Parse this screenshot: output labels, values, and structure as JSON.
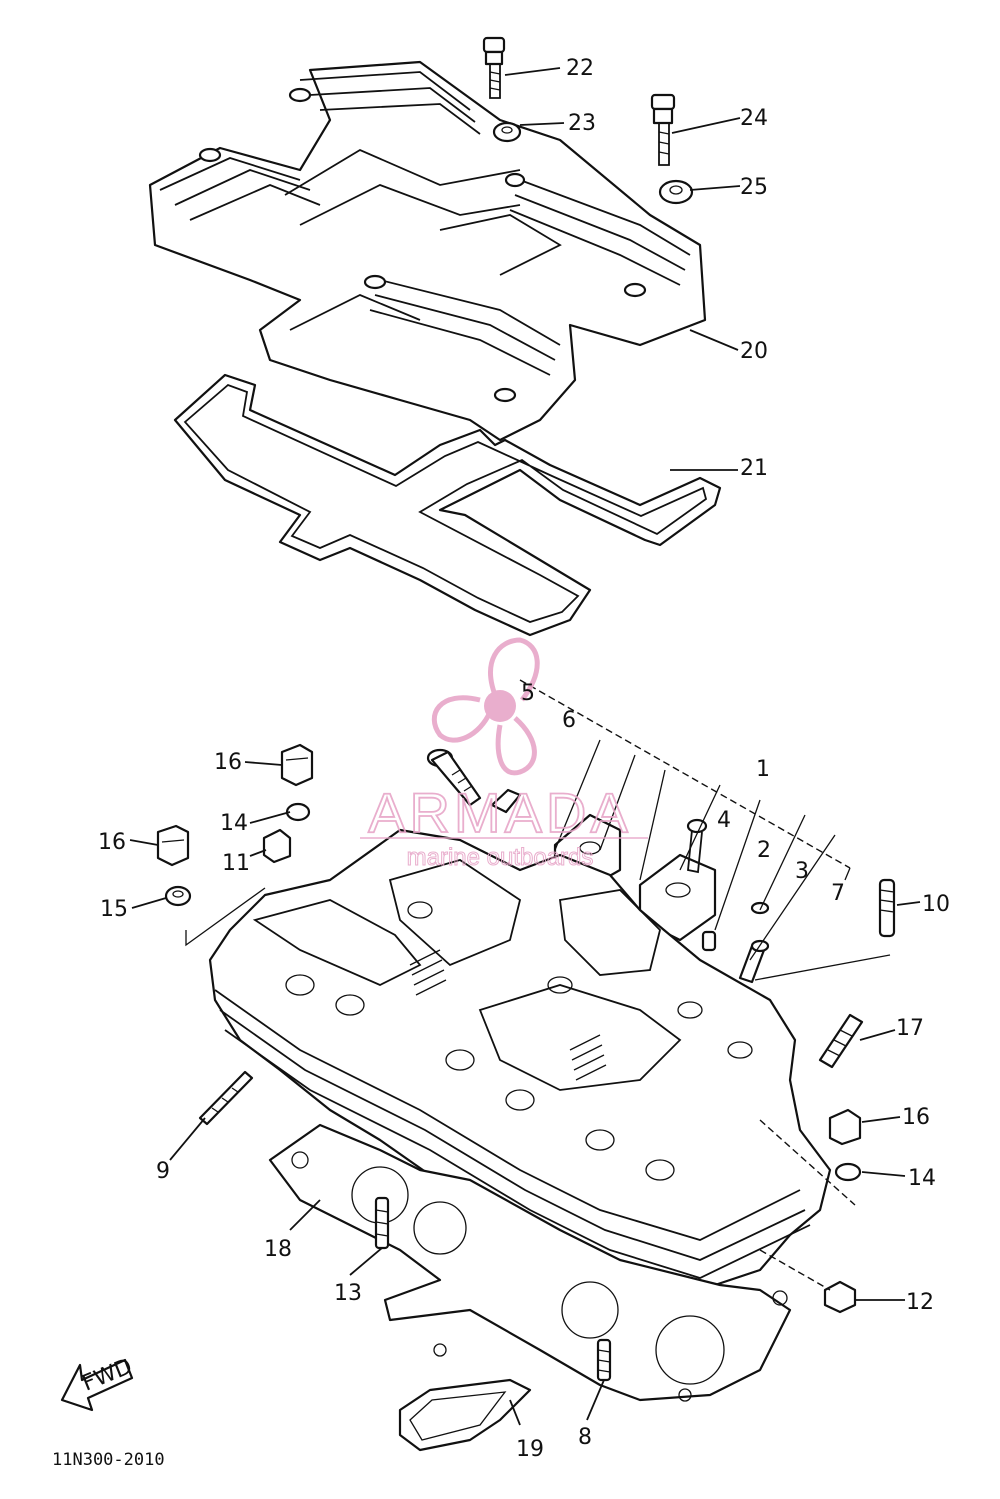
{
  "diagram_code": "11N300-2010",
  "fwd_arrow_label": "FWD",
  "watermark": {
    "brand": "ARMADA",
    "tagline": "marine outboards",
    "color": "#e7a6c8"
  },
  "callouts": [
    {
      "id": "c1",
      "label": "1"
    },
    {
      "id": "c2",
      "label": "2"
    },
    {
      "id": "c3",
      "label": "3"
    },
    {
      "id": "c4",
      "label": "4"
    },
    {
      "id": "c5",
      "label": "5"
    },
    {
      "id": "c6",
      "label": "6"
    },
    {
      "id": "c7",
      "label": "7"
    },
    {
      "id": "c8",
      "label": "8"
    },
    {
      "id": "c9",
      "label": "9"
    },
    {
      "id": "c10",
      "label": "10"
    },
    {
      "id": "c11",
      "label": "11"
    },
    {
      "id": "c12",
      "label": "12"
    },
    {
      "id": "c13",
      "label": "13"
    },
    {
      "id": "c14a",
      "label": "14"
    },
    {
      "id": "c14b",
      "label": "14"
    },
    {
      "id": "c15",
      "label": "15"
    },
    {
      "id": "c16a",
      "label": "16"
    },
    {
      "id": "c16b",
      "label": "16"
    },
    {
      "id": "c16c",
      "label": "16"
    },
    {
      "id": "c17",
      "label": "17"
    },
    {
      "id": "c18",
      "label": "18"
    },
    {
      "id": "c19",
      "label": "19"
    },
    {
      "id": "c20",
      "label": "20"
    },
    {
      "id": "c21",
      "label": "21"
    },
    {
      "id": "c22",
      "label": "22"
    },
    {
      "id": "c23",
      "label": "23"
    },
    {
      "id": "c24",
      "label": "24"
    },
    {
      "id": "c25",
      "label": "25"
    }
  ]
}
